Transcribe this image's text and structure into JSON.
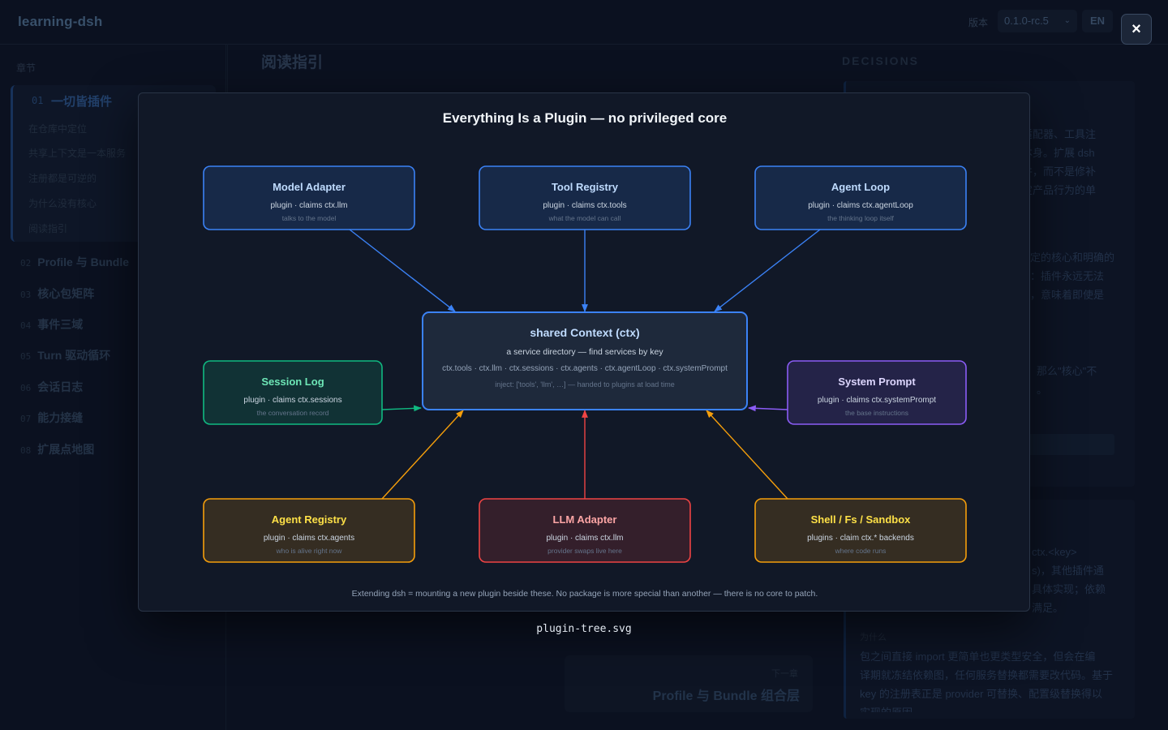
{
  "app": {
    "brand": "learning-dsh",
    "version_label": "版本",
    "version_value": "0.1.0-rc.5",
    "lang": "EN"
  },
  "sidebar": {
    "heading": "章节",
    "active": {
      "num": "01",
      "title": "一切皆插件"
    },
    "subs": [
      "在仓库中定位",
      "共享上下文是一本服务",
      "注册都是可逆的",
      "为什么没有核心",
      "阅读指引"
    ],
    "chapters": [
      {
        "num": "02",
        "title": "Profile 与 Bundle"
      },
      {
        "num": "03",
        "title": "核心包矩阵"
      },
      {
        "num": "04",
        "title": "事件三域"
      },
      {
        "num": "05",
        "title": "Turn 驱动循环"
      },
      {
        "num": "06",
        "title": "会话日志"
      },
      {
        "num": "07",
        "title": "能力接缝"
      },
      {
        "num": "08",
        "title": "扩展点地图"
      }
    ]
  },
  "main": {
    "title": "阅读指引"
  },
  "right": {
    "heading": "DECISIONS",
    "para1": [
      "适配器、工具注",
      "本身。扩展 dsh",
      "件，而不是修补",
      "定产品行为的单"
    ],
    "para2": [
      "定的核心和明确的",
      "：插件永远无法",
      "，意味着即使是"
    ],
    "para3": [
      "那么\"核心\"不",
      "。"
    ],
    "para4": [
      "ctx.<key>",
      "s)，其他插件通",
      "具体实现；依赖",
      "满足。"
    ],
    "why_label": "为什么",
    "why_text": [
      "包之间直接 import 更简单也更类型安全，但会在编",
      "译期就冻结依赖图，任何服务替换都需要改代码。基于",
      "key 的注册表正是 provider 可替换、配置级替换得以",
      "实现的原因"
    ]
  },
  "next": {
    "label": "下一章",
    "title": "Profile 与 Bundle 组合层"
  },
  "modal": {
    "close_icon": "×",
    "caption": "plugin-tree.svg"
  },
  "diagram": {
    "title": "Everything Is a Plugin — no privileged core",
    "footer": "Extending dsh = mounting a new plugin beside these. No package is more special than another — there is no core to patch.",
    "center": {
      "title": "shared Context (ctx)",
      "subtitle": "a service directory — find services by key",
      "keys": "ctx.tools · ctx.llm · ctx.sessions · ctx.agents · ctx.agentLoop · ctx.systemPrompt",
      "note": "inject: ['tools', 'llm', …] — handed to plugins at load time",
      "color": "#3b82f6"
    },
    "nodes": [
      {
        "id": "model-adapter",
        "title": "Model Adapter",
        "claim": "plugin · claims ctx.llm",
        "desc": "talks to the model",
        "color": "#3b82f6",
        "titleColor": "#bfdbfe"
      },
      {
        "id": "tool-registry",
        "title": "Tool Registry",
        "claim": "plugin · claims ctx.tools",
        "desc": "what the model can call",
        "color": "#3b82f6",
        "titleColor": "#bfdbfe"
      },
      {
        "id": "agent-loop",
        "title": "Agent Loop",
        "claim": "plugin · claims ctx.agentLoop",
        "desc": "the thinking loop itself",
        "color": "#3b82f6",
        "titleColor": "#bfdbfe"
      },
      {
        "id": "session-log",
        "title": "Session Log",
        "claim": "plugin · claims ctx.sessions",
        "desc": "the conversation record",
        "color": "#10b981",
        "titleColor": "#6ee7b7"
      },
      {
        "id": "system-prompt",
        "title": "System Prompt",
        "claim": "plugin · claims ctx.systemPrompt",
        "desc": "the base instructions",
        "color": "#8b5cf6",
        "titleColor": "#ddd6fe"
      },
      {
        "id": "agent-registry",
        "title": "Agent Registry",
        "claim": "plugin · claims ctx.agents",
        "desc": "who is alive right now",
        "color": "#f59e0b",
        "titleColor": "#fde047"
      },
      {
        "id": "llm-adapter",
        "title": "LLM Adapter",
        "claim": "plugin · claims ctx.llm",
        "desc": "provider swaps live here",
        "color": "#ef4444",
        "titleColor": "#fca5a5"
      },
      {
        "id": "shell-fs-sandbox",
        "title": "Shell / Fs / Sandbox",
        "claim": "plugins · claim ctx.* backends",
        "desc": "where code runs",
        "color": "#f59e0b",
        "titleColor": "#fde047"
      }
    ]
  }
}
